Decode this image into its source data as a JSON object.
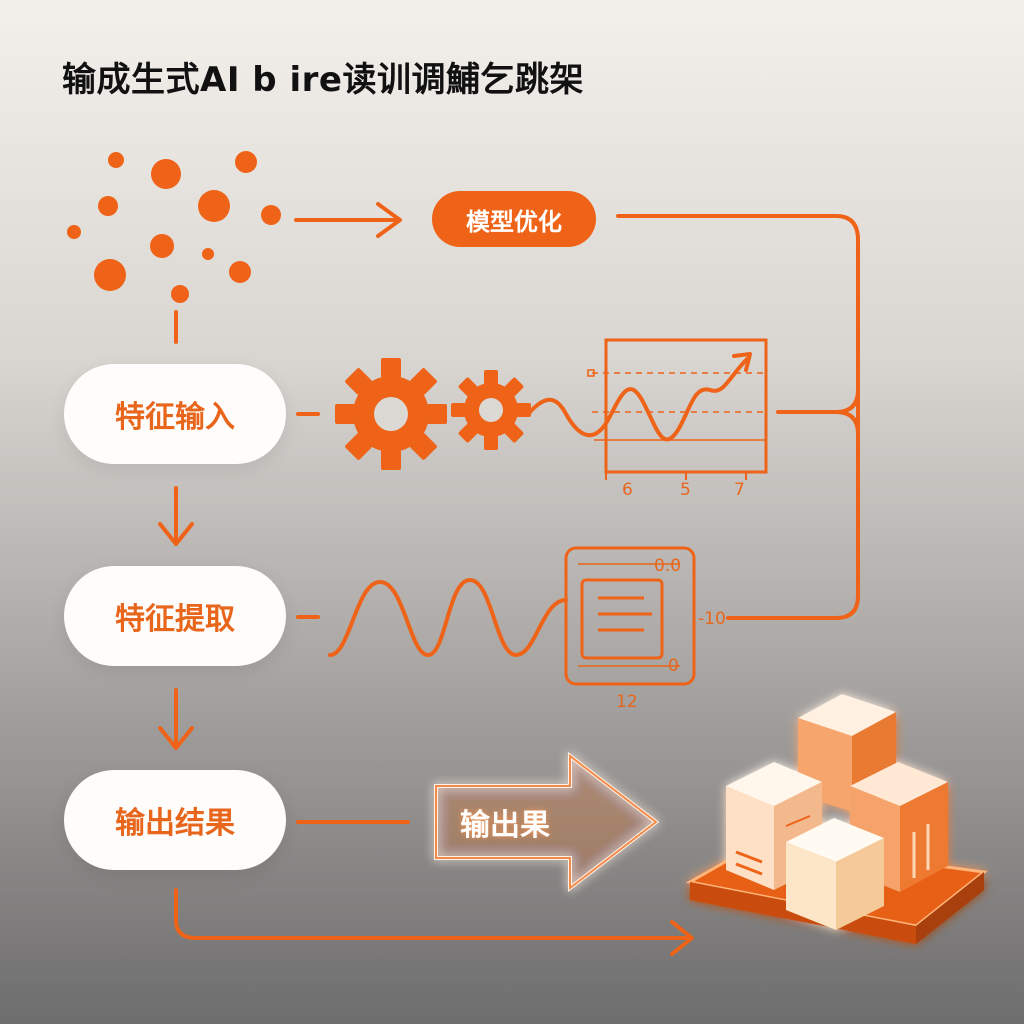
{
  "title": "输成生式AI b ire读训调鯆乞跳架",
  "nodes": {
    "feature_input": "特征输入",
    "feature_extract": "特征提取",
    "output_result": "输出结果",
    "model_optimize": "模型优化",
    "output_arrow": "输出果"
  },
  "chart_top": {
    "tick_labels": [
      "6",
      "5",
      "7"
    ]
  },
  "panel_bottom": {
    "label_top": "0.0",
    "label_side": "-10",
    "label_bottom_inner": "0",
    "label_below": "12"
  },
  "colors": {
    "accent": "#ee6317",
    "accent_light": "#f38a4b",
    "pill_bg": "#fffdfb"
  }
}
